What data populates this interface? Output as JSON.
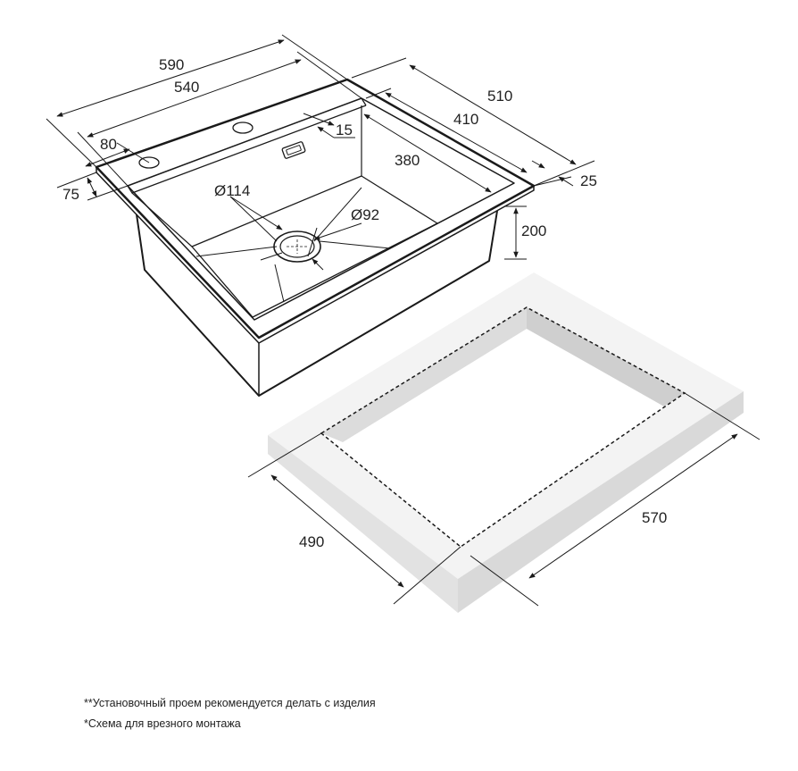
{
  "dimensions": {
    "overall_length": "590",
    "bowl_length_outer": "540",
    "tap_hole_offset": "80",
    "front_offset": "75",
    "overall_width": "510",
    "bowl_width": "410",
    "bowl_inner": "380",
    "rim_thickness": "15",
    "back_rim": "25",
    "depth": "200",
    "drain_outer": "Ø114",
    "drain_inner": "Ø92",
    "cutout_width": "490",
    "cutout_length": "570"
  },
  "notes": [
    "**Установочный проем рекомендуется делать с изделия",
    "*Схема для врезного монтажа"
  ],
  "colors": {
    "line": "#1a1a1a",
    "countertop_top": "#f2f2f2",
    "countertop_side": "#e0e0e0",
    "countertop_inner": "#d4d4d4"
  }
}
